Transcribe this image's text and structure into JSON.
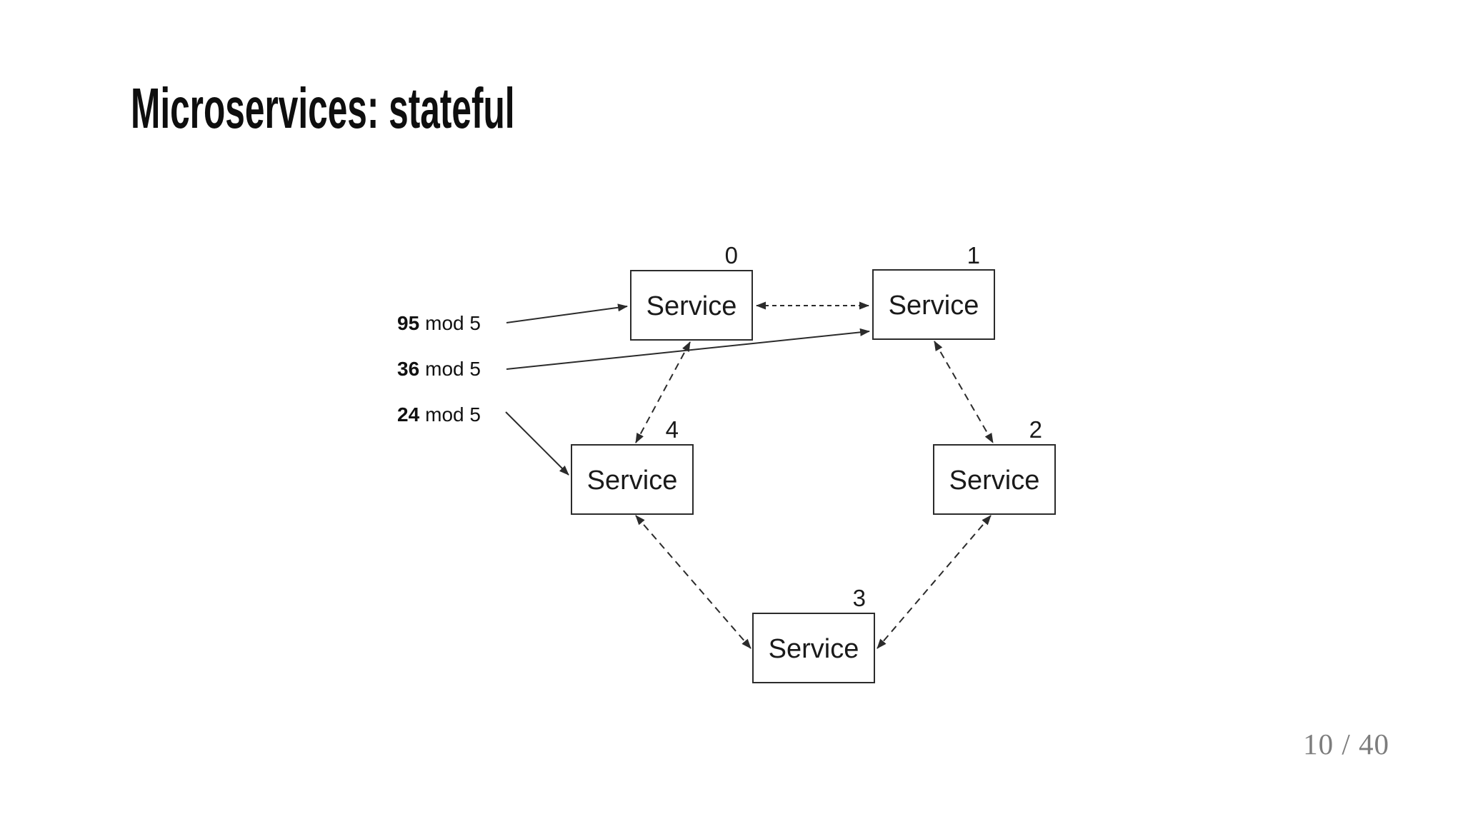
{
  "slide": {
    "title": "Microservices: stateful",
    "page_indicator": "10 / 40"
  },
  "diagram": {
    "nodes": [
      {
        "number": "0",
        "label": "Service"
      },
      {
        "number": "1",
        "label": "Service"
      },
      {
        "number": "2",
        "label": "Service"
      },
      {
        "number": "3",
        "label": "Service"
      },
      {
        "number": "4",
        "label": "Service"
      }
    ],
    "requests": [
      {
        "key": "95",
        "op": "mod 5"
      },
      {
        "key": "36",
        "op": "mod 5"
      },
      {
        "key": "24",
        "op": "mod 5"
      }
    ],
    "colors": {
      "stroke": "#2b2b2b",
      "page_indicator": "#7d7d7d",
      "background": "#ffffff"
    }
  }
}
